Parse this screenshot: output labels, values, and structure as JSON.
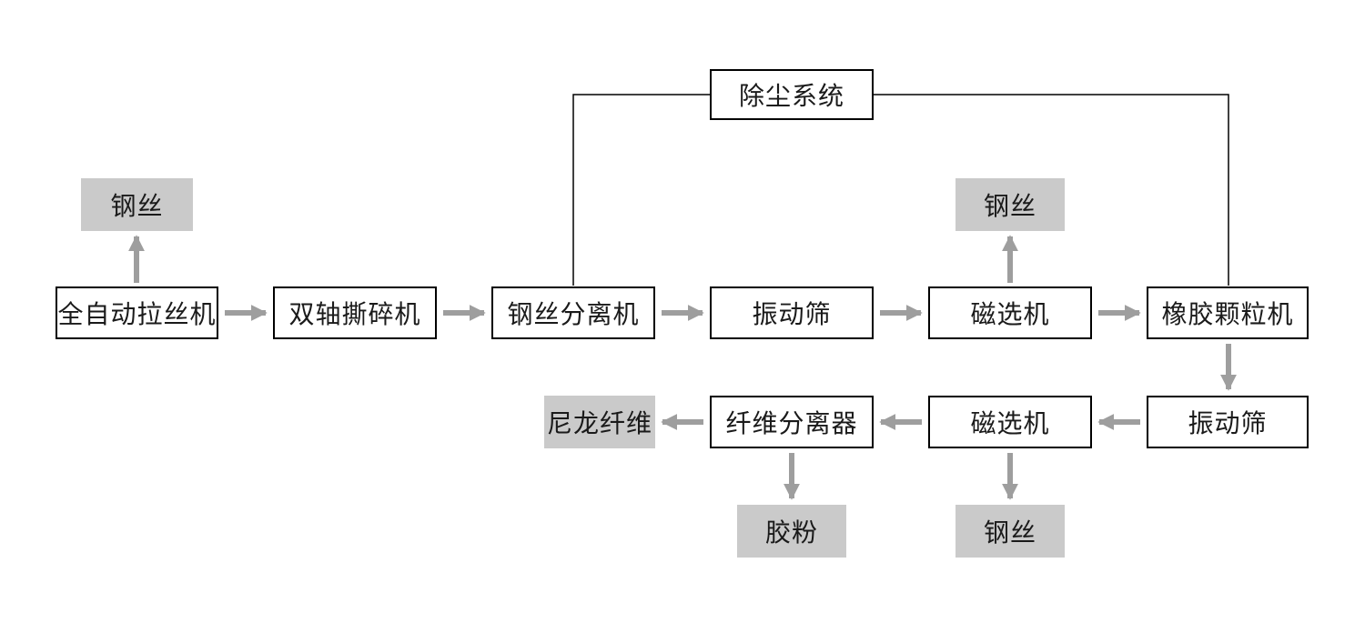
{
  "diagram": {
    "type": "flowchart",
    "language": "zh-CN",
    "colors": {
      "background": "#ffffff",
      "process_box_fill": "#ffffff",
      "process_box_border": "#000000",
      "output_box_fill": "#cacaca",
      "arrow": "#9e9e9e",
      "connector_line": "#000000",
      "text": "#1a1a1a"
    },
    "nodes": {
      "dust_system": {
        "label": "除尘系统",
        "type": "process"
      },
      "wire_drawing_machine": {
        "label": "全自动拉丝机",
        "type": "process"
      },
      "dual_shaft_shredder": {
        "label": "双轴撕碎机",
        "type": "process"
      },
      "wire_separator": {
        "label": "钢丝分离机",
        "type": "process"
      },
      "vibrating_screen_1": {
        "label": "振动筛",
        "type": "process"
      },
      "magnetic_separator_1": {
        "label": "磁选机",
        "type": "process"
      },
      "rubber_granulator": {
        "label": "橡胶颗粒机",
        "type": "process"
      },
      "vibrating_screen_2": {
        "label": "振动筛",
        "type": "process"
      },
      "magnetic_separator_2": {
        "label": "磁选机",
        "type": "process"
      },
      "fiber_separator": {
        "label": "纤维分离器",
        "type": "process"
      },
      "steel_wire_output_1": {
        "label": "钢丝",
        "type": "output"
      },
      "steel_wire_output_2": {
        "label": "钢丝",
        "type": "output"
      },
      "steel_wire_output_3": {
        "label": "钢丝",
        "type": "output"
      },
      "nylon_fiber_output": {
        "label": "尼龙纤维",
        "type": "output"
      },
      "rubber_powder_output": {
        "label": "胶粉",
        "type": "output"
      }
    },
    "edges": [
      {
        "from": "wire_drawing_machine",
        "to": "dual_shaft_shredder",
        "style": "arrow"
      },
      {
        "from": "dual_shaft_shredder",
        "to": "wire_separator",
        "style": "arrow"
      },
      {
        "from": "wire_separator",
        "to": "vibrating_screen_1",
        "style": "arrow"
      },
      {
        "from": "vibrating_screen_1",
        "to": "magnetic_separator_1",
        "style": "arrow"
      },
      {
        "from": "magnetic_separator_1",
        "to": "rubber_granulator",
        "style": "arrow"
      },
      {
        "from": "rubber_granulator",
        "to": "vibrating_screen_2",
        "style": "arrow"
      },
      {
        "from": "vibrating_screen_2",
        "to": "magnetic_separator_2",
        "style": "arrow"
      },
      {
        "from": "magnetic_separator_2",
        "to": "fiber_separator",
        "style": "arrow"
      },
      {
        "from": "fiber_separator",
        "to": "nylon_fiber_output",
        "style": "arrow"
      },
      {
        "from": "wire_drawing_machine",
        "to": "steel_wire_output_1",
        "style": "arrow"
      },
      {
        "from": "magnetic_separator_1",
        "to": "steel_wire_output_2",
        "style": "arrow"
      },
      {
        "from": "magnetic_separator_2",
        "to": "steel_wire_output_3",
        "style": "arrow"
      },
      {
        "from": "fiber_separator",
        "to": "rubber_powder_output",
        "style": "arrow"
      },
      {
        "from": "dust_system",
        "to": "wire_separator",
        "style": "plain-line"
      },
      {
        "from": "dust_system",
        "to": "rubber_granulator",
        "style": "plain-line"
      }
    ]
  }
}
